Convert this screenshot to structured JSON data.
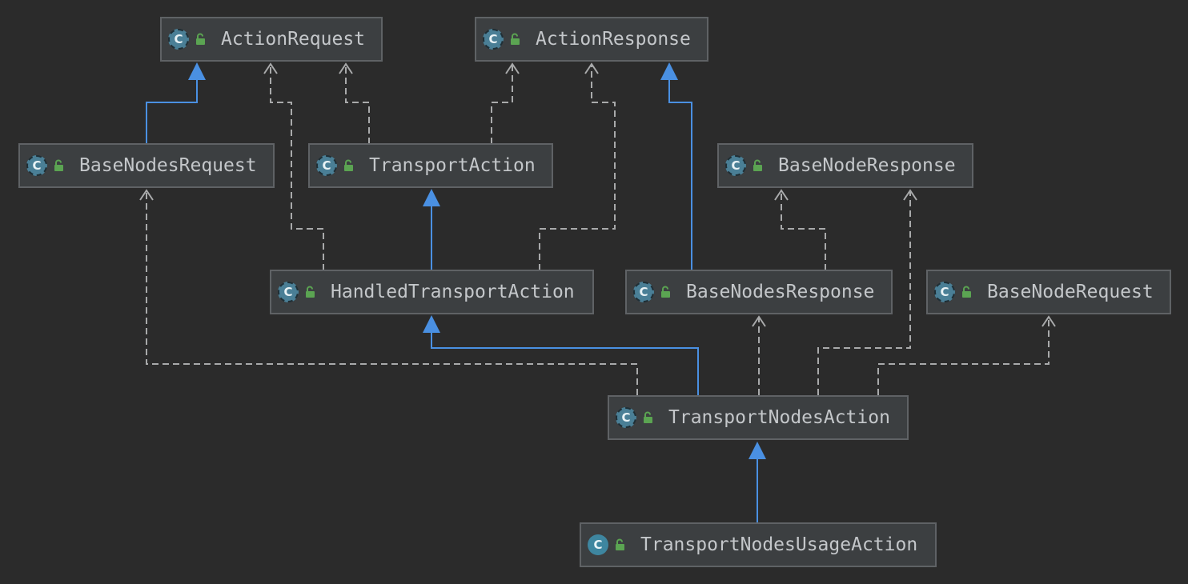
{
  "colors": {
    "background": "#2b2b2b",
    "node_fill": "#3c3f41",
    "node_border": "#5f6265",
    "node_text": "#c4c7ca",
    "class_icon": "#3e86a0",
    "lock_icon": "#5ba452",
    "extends_edge": "#4a90e2",
    "dependency_edge": "#a9aaab"
  },
  "icon_letter": "C",
  "nodes": {
    "action_request": {
      "label": "ActionRequest",
      "icon": "class-abstract-icon"
    },
    "action_response": {
      "label": "ActionResponse",
      "icon": "class-abstract-icon"
    },
    "base_nodes_request": {
      "label": "BaseNodesRequest",
      "icon": "class-abstract-icon"
    },
    "transport_action": {
      "label": "TransportAction",
      "icon": "class-abstract-icon"
    },
    "base_node_response": {
      "label": "BaseNodeResponse",
      "icon": "class-abstract-icon"
    },
    "handled_transport_action": {
      "label": "HandledTransportAction",
      "icon": "class-abstract-icon"
    },
    "base_nodes_response": {
      "label": "BaseNodesResponse",
      "icon": "class-abstract-icon"
    },
    "base_node_request": {
      "label": "BaseNodeRequest",
      "icon": "class-abstract-icon"
    },
    "transport_nodes_action": {
      "label": "TransportNodesAction",
      "icon": "class-abstract-icon"
    },
    "transport_nodes_usage_action": {
      "label": "TransportNodesUsageAction",
      "icon": "class-icon"
    }
  }
}
